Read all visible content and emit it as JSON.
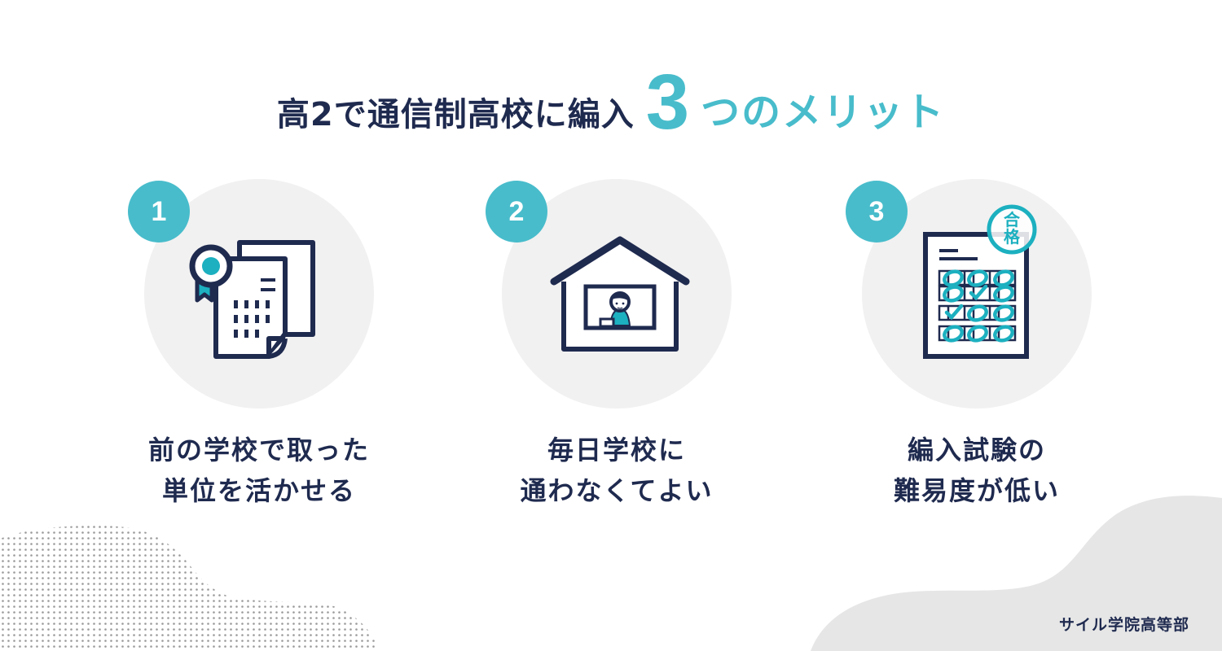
{
  "headline": {
    "prefix": "高2で通信制高校に編入",
    "number": "3",
    "suffix": "つのメリット"
  },
  "merits": [
    {
      "number": "1",
      "icon": "certificate-document-icon",
      "line1": "前の学校で取った",
      "line2": "単位を活かせる"
    },
    {
      "number": "2",
      "icon": "house-study-icon",
      "line1": "毎日学校に",
      "line2": "通わなくてよい"
    },
    {
      "number": "3",
      "icon": "exam-sheet-pass-icon",
      "line1": "編入試験の",
      "line2": "難易度が低い",
      "stamp_text": [
        "合",
        "格"
      ]
    }
  ],
  "footer": {
    "brand": "サイル学院高等部"
  },
  "colors": {
    "navy": "#1f2a4f",
    "teal": "#48bccb",
    "circle_bg": "#f1f1f1",
    "blob": "#e6e6e6"
  }
}
